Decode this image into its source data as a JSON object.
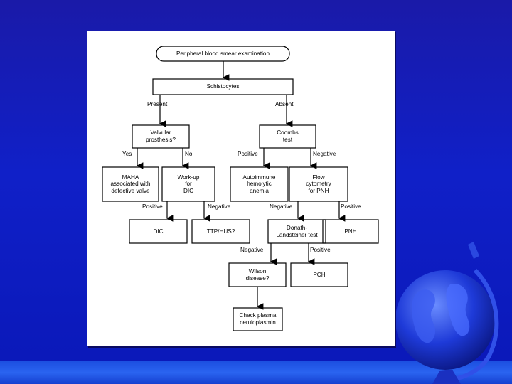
{
  "flowchart": {
    "start": "Peripheral blood smear examination",
    "schistocytes": "Schistocytes",
    "present": "Present",
    "absent": "Absent",
    "valvular": "Valvular\nprosthesis?",
    "coombs": "Coombs\ntest",
    "yes": "Yes",
    "no": "No",
    "positive_coombs": "Positive",
    "negative_coombs": "Negative",
    "maha": "MAHA\nassociated with\ndefective valve",
    "workup": "Work-up\nfor\nDIC",
    "autoimmune": "Autoimmune\nhemolytic\nanemia",
    "flow": "Flow\ncytometry\nfor PNH",
    "positive_dic": "Positive",
    "negative_dic": "Negative",
    "negative_flow": "Negative",
    "positive_flow": "Positive",
    "dic": "DIC",
    "ttp": "TTP/HUS?",
    "donath": "Donath-\nLandsteiner test",
    "pnh": "PNH",
    "negative_dl": "Negative",
    "positive_dl": "Positive",
    "wilson": "Wilson\ndisease?",
    "pch": "PCH",
    "check": "Check plasma\nceruloplasmin"
  }
}
